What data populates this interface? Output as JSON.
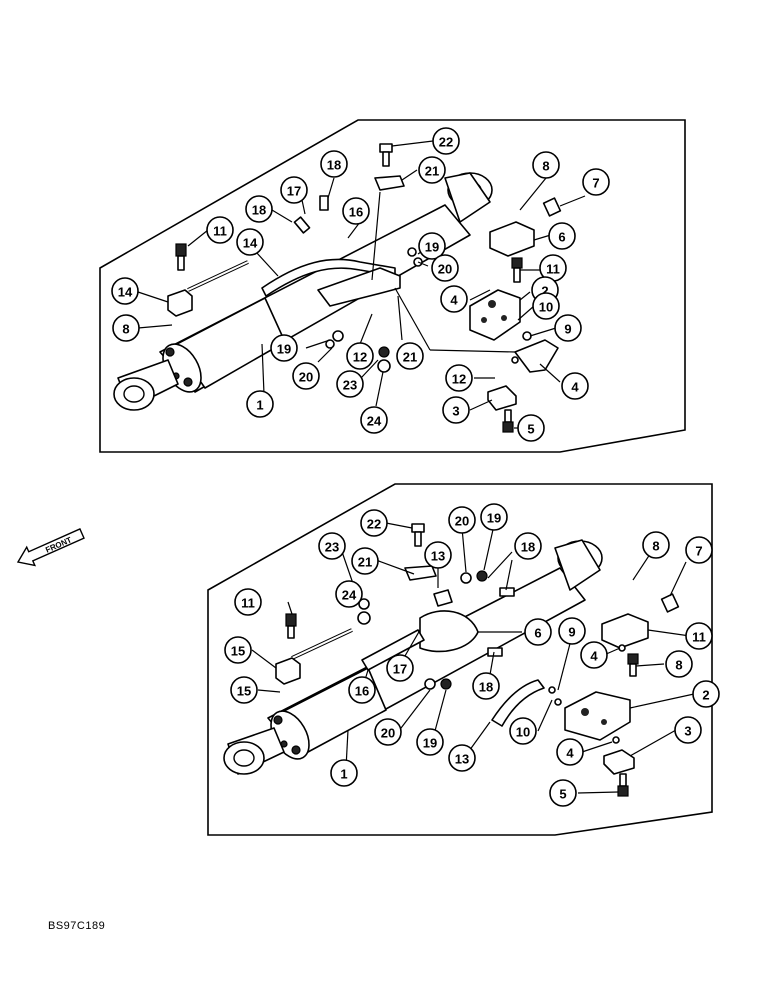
{
  "drawing_code": "BS97C189",
  "front_label": "FRONT",
  "upper_view": {
    "callouts": [
      "22",
      "21",
      "18",
      "17",
      "18",
      "16",
      "11",
      "14",
      "14",
      "8",
      "19",
      "20",
      "12",
      "23",
      "21",
      "24",
      "1",
      "8",
      "7",
      "6",
      "11",
      "2",
      "10",
      "9",
      "4",
      "12",
      "4",
      "3",
      "5",
      "19",
      "20"
    ]
  },
  "lower_view": {
    "callouts": [
      "22",
      "23",
      "21",
      "13",
      "20",
      "19",
      "18",
      "8",
      "7",
      "24",
      "11",
      "15",
      "16",
      "17",
      "6",
      "11",
      "8",
      "15",
      "9",
      "4",
      "2",
      "18",
      "20",
      "19",
      "13",
      "10",
      "4",
      "3",
      "1",
      "5"
    ]
  }
}
